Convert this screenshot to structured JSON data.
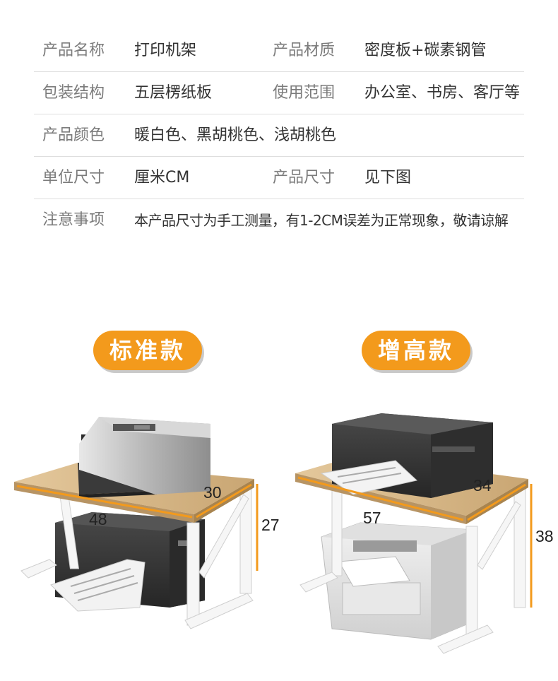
{
  "specs": [
    {
      "label1": "产品名称",
      "value1": "打印机架",
      "label2": "产品材质",
      "value2": "密度板+碳素钢管"
    },
    {
      "label1": "包装结构",
      "value1": "五层楞纸板",
      "label2": "使用范围",
      "value2": "办公室、书房、客厅等"
    },
    {
      "label1": "产品颜色",
      "value1": "暖白色、黑胡桃色、浅胡桃色"
    },
    {
      "label1": "单位尺寸",
      "value1": "厘米CM",
      "label2": "产品尺寸",
      "value2": "见下图"
    },
    {
      "label1": "注意事项",
      "value1": "本产品尺寸为手工测量，有1-2CM误差为正常现象，敬请谅解"
    }
  ],
  "models": {
    "standard": {
      "name": "标准款",
      "width": "48",
      "depth": "30",
      "height": "27"
    },
    "tall": {
      "name": "增高款",
      "width": "57",
      "depth": "34",
      "height": "38"
    }
  },
  "colors": {
    "accent": "#f39a1c",
    "wood": "#d8b98a",
    "frame": "#f4f4f4",
    "printer_dark": "#3b3b3b"
  }
}
